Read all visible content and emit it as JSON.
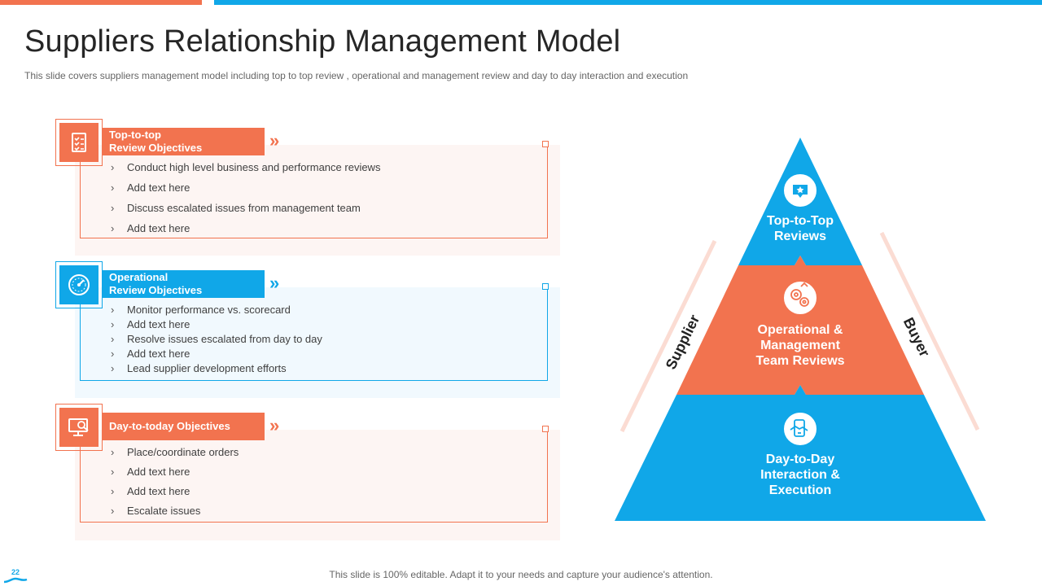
{
  "colors": {
    "orange": "#F2734F",
    "blue": "#10A7E8",
    "orange_light": "#FDF5F3",
    "blue_light": "#F1F9FE",
    "orange_border": "#F4A58D",
    "blue_border": "#8DD3F2",
    "diagonal": "#FBDCD3"
  },
  "slide": {
    "title": "Suppliers Relationship Management Model",
    "subtitle": "This slide covers suppliers management model including top to top review , operational and management review and day to  day interaction and execution",
    "footer": "This slide is 100% editable. Adapt it to your needs and capture your audience's attention.",
    "page_number": "22"
  },
  "sections": [
    {
      "title_line1": "Top-to-top",
      "title_line2": "Review Objectives",
      "icon": "checklist-icon",
      "chevron": "»",
      "items": [
        "Conduct high level business and performance  reviews",
        "Add text here",
        "Discuss escalated issues from management team",
        "Add text here"
      ]
    },
    {
      "title_line1": "Operational",
      "title_line2": "Review Objectives",
      "icon": "speedometer-icon",
      "chevron": "»",
      "items": [
        "Monitor performance  vs.  scorecard",
        "Add text here",
        "Resolve  issues escalated from  day to day",
        "Add text here",
        "Lead supplier development  efforts"
      ]
    },
    {
      "title_line1": "Day-to-today Objectives",
      "title_line2": "",
      "icon": "monitor-search-icon",
      "chevron": "»",
      "items": [
        "Place/coordinate orders",
        "Add text here",
        "Add text here",
        "Escalate issues"
      ]
    }
  ],
  "pyramid": {
    "levels": [
      {
        "line1": "Top-to-Top",
        "line2": "Reviews",
        "line3": "",
        "icon": "star-badge-icon"
      },
      {
        "line1": "Operational &",
        "line2": "Management",
        "line3": "Team Reviews",
        "icon": "gears-icon"
      },
      {
        "line1": "Day-to-Day",
        "line2": "Interaction &",
        "line3": "Execution",
        "icon": "handshake-icon"
      }
    ],
    "left_label": "Supplier",
    "right_label": "Buyer"
  }
}
